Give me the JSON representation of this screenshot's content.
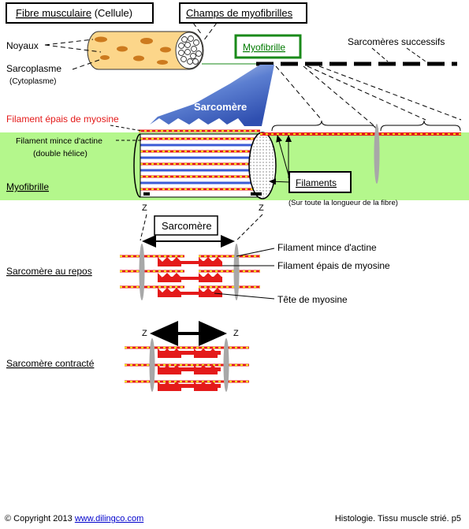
{
  "labels": {
    "fiber": "Fibre musculaire",
    "fiber_suffix": " (Cellule)",
    "fields": "Champs de myofibrilles",
    "nuclei": "Noyaux",
    "sarcoplasm": "Sarcoplasme",
    "cytoplasm": "(Cytoplasme)",
    "myofibril_box": "Myofibrille",
    "successive": "Sarcomères  successifs",
    "sarcomere_blue": "Sarcomère",
    "thick": "Filament épais de myosine",
    "thin_line1": "Filament mince d'actine",
    "thin_line2": "(double hélice)",
    "myofibril": "Myofibrille",
    "filaments": "Filaments",
    "filaments_note": "(Sur toute la longueur de la fibre)",
    "z": "Z",
    "sarcomere_box": "Sarcomère",
    "rest": "Sarcomère au repos",
    "rest_thin": "Filament mince d'actine",
    "rest_thick": "Filament épais de myosine",
    "rest_head": "Tête de myosine",
    "contracted": "Sarcomère contracté"
  },
  "footer": {
    "copyright": "© Copyright 2013 ",
    "link": "www.dilingco.com",
    "page": "Histologie. Tissu muscle strié. p5"
  },
  "colors": {
    "green_band": "#b4f78c",
    "fiber_fill": "#fcd68a",
    "nucleus": "#cc7a1e",
    "thick": "#ee1111",
    "thin_dot": "#f2e414",
    "link_green": "#007a00",
    "sarcomere_blue": "#3355bb"
  }
}
